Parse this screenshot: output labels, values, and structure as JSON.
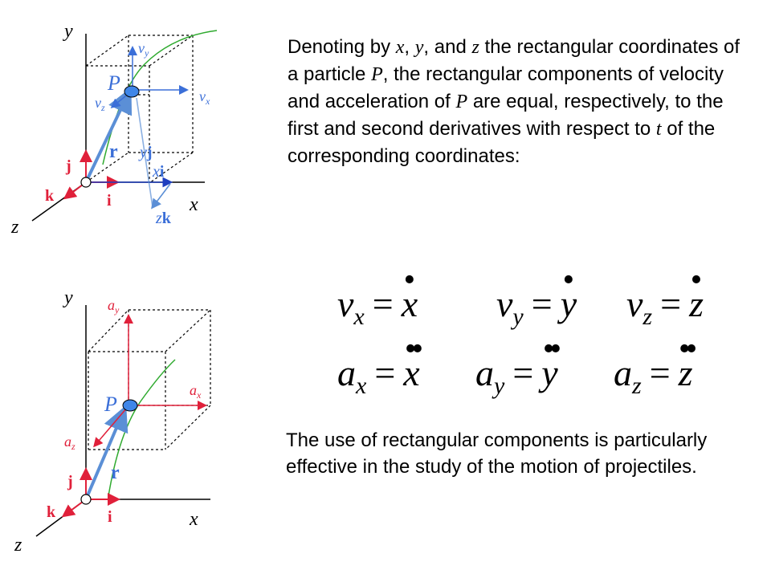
{
  "diagram_top": {
    "axis_y": "y",
    "axis_x": "x",
    "axis_z": "z",
    "unit_i": "i",
    "unit_j": "j",
    "unit_k": "k",
    "point": "P",
    "position_vector": "r",
    "vel_y": "v",
    "vel_y_sub": "y",
    "vel_x": "v",
    "vel_x_sub": "x",
    "vel_z": "v",
    "vel_z_sub": "z",
    "comp_y_coef": "y",
    "comp_y_vec": "j",
    "comp_x_coef": "x",
    "comp_x_vec": "i",
    "comp_z_coef": "z",
    "comp_z_vec": "k"
  },
  "diagram_bottom": {
    "axis_y": "y",
    "axis_x": "x",
    "axis_z": "z",
    "unit_i": "i",
    "unit_j": "j",
    "unit_k": "k",
    "point": "P",
    "position_vector": "r",
    "acc_y": "a",
    "acc_y_sub": "y",
    "acc_x": "a",
    "acc_x_sub": "x",
    "acc_z": "a",
    "acc_z_sub": "z"
  },
  "intro": {
    "t1": "Denoting by ",
    "x": "x",
    "t2": ", ",
    "y": "y",
    "t3": ", and ",
    "z": "z",
    "t4": " the rectangular coordinates of a particle ",
    "p1": "P",
    "t5": ", the rectangular components of velocity and acceleration of ",
    "p2": "P",
    "t6": " are equal, respectively, to the first and second derivatives with respect to ",
    "t": "t",
    "t7": " of the corresponding coordinates:"
  },
  "equations": {
    "velocity": [
      {
        "lhs": "v",
        "sub": "x",
        "op": "=",
        "rhs": "x"
      },
      {
        "lhs": "v",
        "sub": "y",
        "op": "=",
        "rhs": "y"
      },
      {
        "lhs": "v",
        "sub": "z",
        "op": "=",
        "rhs": "z"
      }
    ],
    "acceleration": [
      {
        "lhs": "a",
        "sub": "x",
        "op": "=",
        "rhs": "x"
      },
      {
        "lhs": "a",
        "sub": "y",
        "op": "=",
        "rhs": "y"
      },
      {
        "lhs": "a",
        "sub": "z",
        "op": "=",
        "rhs": "z"
      }
    ]
  },
  "outro": "The use of rectangular components is particularly effective in the study of the motion of projectiles.",
  "colors": {
    "axis": "#1f3fbf",
    "unit_vector": "#e0203a",
    "position_vector": "#5b8fd6",
    "velocity": "#3b6fd8",
    "acceleration": "#e0203a",
    "trajectory": "#2faa2f",
    "point_fill": "#3f86e8",
    "text_black": "#000000"
  }
}
